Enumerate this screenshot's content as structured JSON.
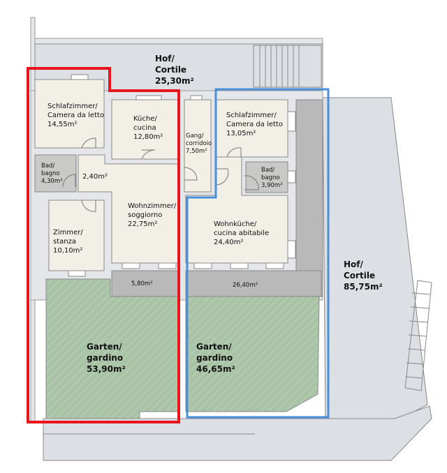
{
  "colors": {
    "room": "#f2efe6",
    "bath": "#c9cac8",
    "court": "#dcdfe3",
    "garden": "#a9c3a6",
    "terrace": "#b9b9b9",
    "left_unit": "#e8141e",
    "right_unit": "#4a90d9"
  },
  "rooms": [
    {
      "id": "hof-top",
      "name": "Hof/\nCortile",
      "area": "25,30m²"
    },
    {
      "id": "schlafzimmer-left",
      "name": "Schlafzimmer/\nCamera da letto",
      "area": "14,55m²"
    },
    {
      "id": "kueche",
      "name": "Küche/\ncucina",
      "area": "12,80m²"
    },
    {
      "id": "gang",
      "name": "Gang/\ncorridoio",
      "area": "7,50m²"
    },
    {
      "id": "schlafzimmer-right",
      "name": "Schlafzimmer/\nCamera da letto",
      "area": "13,05m²"
    },
    {
      "id": "bad-left",
      "name": "Bad/\nbagno",
      "area": "4,30m²"
    },
    {
      "id": "flur",
      "name": "",
      "area": "2,40m²"
    },
    {
      "id": "bad-right",
      "name": "Bad/\nbagno",
      "area": "3,90m²"
    },
    {
      "id": "wohnzimmer",
      "name": "Wohnzimmer/\nsoggiorno",
      "area": "22,75m²"
    },
    {
      "id": "zimmer",
      "name": "Zimmer/\nstanza",
      "area": "10,10m²"
    },
    {
      "id": "wohnkueche",
      "name": "Wohnküche/\ncucina abitabile",
      "area": "24,40m²"
    },
    {
      "id": "terrace-left",
      "name": "",
      "area": "5,80m²"
    },
    {
      "id": "terrace-right",
      "name": "",
      "area": "26,40m²"
    },
    {
      "id": "hof-right",
      "name": "Hof/\nCortile",
      "area": "85,75m²"
    },
    {
      "id": "garten-left",
      "name": "Garten/\ngardino",
      "area": "53,90m²"
    },
    {
      "id": "garten-right",
      "name": "Garten/\ngardino",
      "area": "46,65m²"
    }
  ]
}
